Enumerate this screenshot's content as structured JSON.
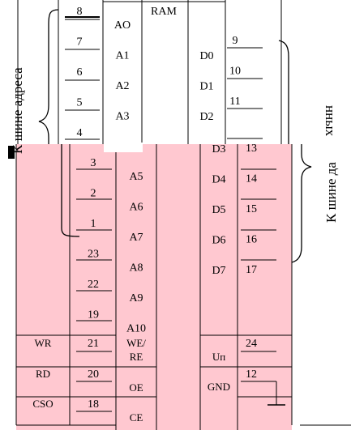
{
  "chip": {
    "name": "RAM"
  },
  "colors": {
    "upper_bg": "#ffffff",
    "lower_bg": "#ffc8d0",
    "line": "#000000"
  },
  "labels": {
    "address_bus": "К шине адреса",
    "data_bus_upper": "нных",
    "data_bus_lower": "К шине да"
  },
  "address_pins": [
    {
      "num": "8",
      "name": "AO"
    },
    {
      "num": "7",
      "name": "A1"
    },
    {
      "num": "6",
      "name": "A2"
    },
    {
      "num": "5",
      "name": "A3"
    },
    {
      "num": "4",
      "name": ""
    },
    {
      "num": "3",
      "name": "A5"
    },
    {
      "num": "2",
      "name": "A6"
    },
    {
      "num": "1",
      "name": "A7"
    },
    {
      "num": "23",
      "name": "A8"
    },
    {
      "num": "22",
      "name": "A9"
    },
    {
      "num": "19",
      "name": "A10"
    }
  ],
  "data_pins": [
    {
      "num": "9",
      "name": "D0"
    },
    {
      "num": "10",
      "name": "D1"
    },
    {
      "num": "11",
      "name": "D2"
    },
    {
      "num": "13",
      "name": "D3"
    },
    {
      "num": "14",
      "name": "D4"
    },
    {
      "num": "15",
      "name": "D5"
    },
    {
      "num": "16",
      "name": "D6"
    },
    {
      "num": "17",
      "name": "D7"
    }
  ],
  "control_pins": [
    {
      "signal": "WR",
      "num": "21",
      "name_line1": "WE/",
      "name_line2": "RE"
    },
    {
      "signal": "RD",
      "num": "20",
      "name_line1": "",
      "name_line2": "OE"
    },
    {
      "signal": "CSO",
      "num": "18",
      "name_line1": "",
      "name_line2": "CE"
    }
  ],
  "power_pins": [
    {
      "num": "24",
      "name": "Uп"
    },
    {
      "num": "12",
      "name": "GND"
    }
  ]
}
